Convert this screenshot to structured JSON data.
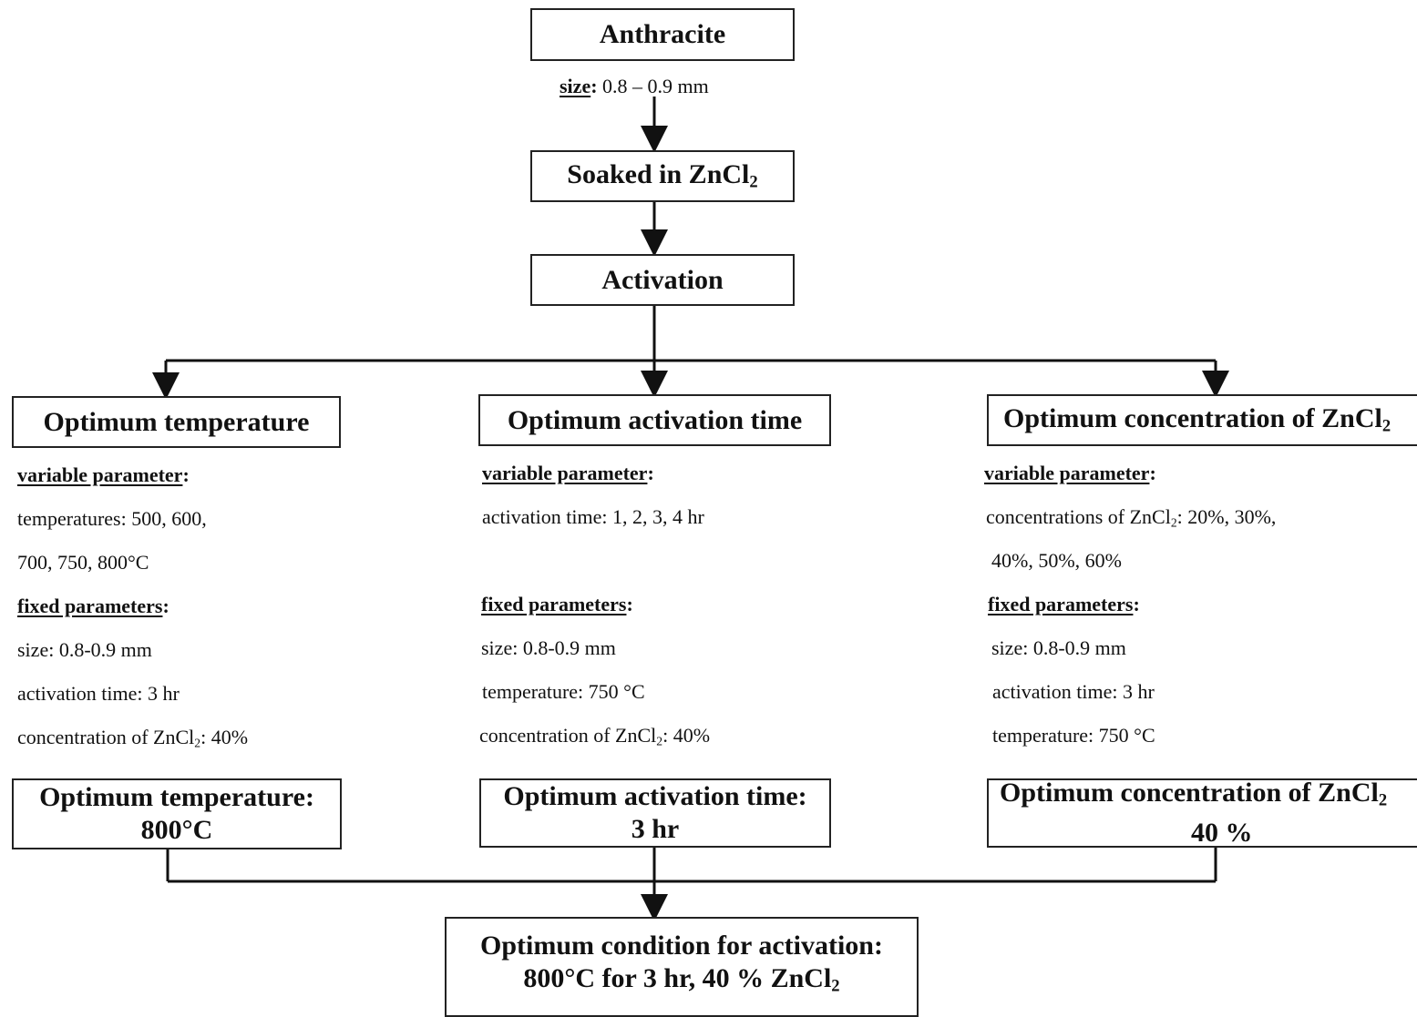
{
  "top": {
    "start_box": "Anthracite",
    "size_label": "size",
    "size_value": "0.8 – 0.9 mm",
    "soak_box": "Soaked in ZnCl",
    "soak_sub": "2",
    "activation_box": "Activation"
  },
  "branches": [
    {
      "title": "Optimum temperature",
      "variable_heading": "variable parameter",
      "variable_lines": [
        "temperatures: 500, 600,",
        "700, 750, 800°C"
      ],
      "fixed_heading": "fixed parameters",
      "fixed_lines": [
        "size: 0.8-0.9 mm",
        "activation time: 3 hr",
        "concentration of ZnCl",
        "2",
        ": 40%"
      ],
      "result_line1": "Optimum temperature:",
      "result_line2": "800°C"
    },
    {
      "title": "Optimum activation time",
      "variable_heading": "variable parameter",
      "variable_lines": [
        "activation time: 1, 2, 3, 4 hr"
      ],
      "fixed_heading": "fixed parameters",
      "fixed_lines": [
        "size: 0.8-0.9 mm",
        "temperature: 750 °C",
        "concentration of ZnCl",
        "2",
        ": 40%"
      ],
      "result_line1": "Optimum activation time:",
      "result_line2": "3 hr"
    },
    {
      "title": "Optimum concentration of ZnCl",
      "title_sub": "2",
      "variable_heading": "variable parameter",
      "variable_lines": [
        "concentrations of ZnCl",
        "2",
        ": 20%, 30%,",
        "40%, 50%, 60%"
      ],
      "fixed_heading": "fixed parameters",
      "fixed_lines": [
        "size: 0.8-0.9 mm",
        "activation time: 3 hr",
        "temperature: 750 °C"
      ],
      "result_line1": "Optimum concentration of ZnCl",
      "result_line1_sub": "2",
      "result_line2": "40 %"
    }
  ],
  "final": {
    "line1": "Optimum condition for activation:",
    "line2": "800°C for 3 hr, 40 % ZnCl",
    "line2_sub": "2"
  }
}
